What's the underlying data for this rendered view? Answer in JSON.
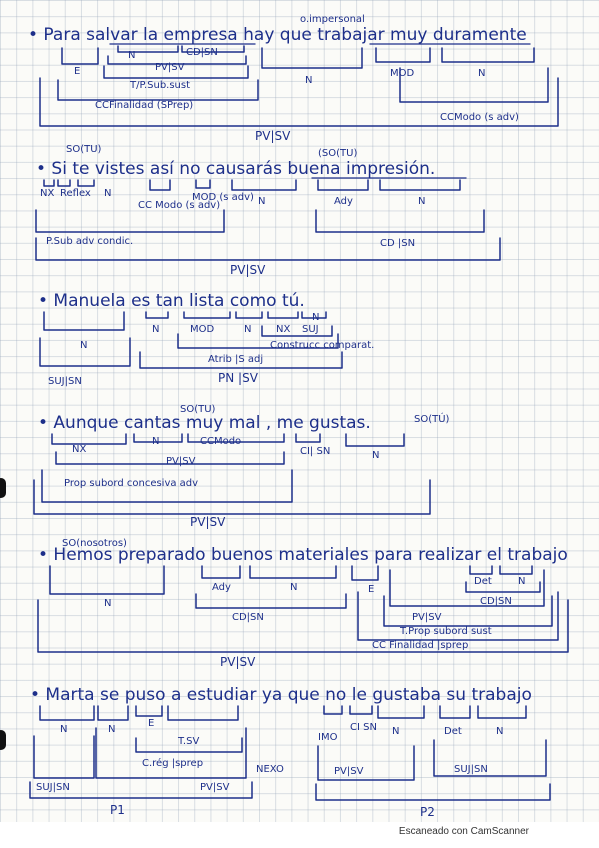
{
  "s1": {
    "sentence": "• Para salvar la empresa hay que trabajar muy duramente",
    "top_note": "o.impersonal",
    "tags": [
      "N",
      "CD|SN",
      "E",
      "PV|SV",
      "T/P.Sub.sust",
      "N",
      "MOD",
      "N",
      "CCFinalidad (SPrep)",
      "CCModo (s adv)",
      "PV|SV"
    ]
  },
  "s2": {
    "sentence": "• Si te vistes así no causarás buena impresión.",
    "top_notes": [
      "SO(TU)",
      "(SO(TU)"
    ],
    "tags": [
      "NX",
      "Reflex",
      "N",
      "CC Modo (s adv)",
      "MOD (s adv)",
      "N",
      "Ady",
      "N",
      "P.Sub adv condic.",
      "CD |SN",
      "PV|SV"
    ]
  },
  "s3": {
    "sentence": "• Manuela es tan lista como tú.",
    "tags": [
      "N",
      "N",
      "MOD",
      "N",
      "NX",
      "SUJ",
      "N",
      "Construcc comparat.",
      "Atrib |S adj",
      "SUJ|SN",
      "PN |SV"
    ]
  },
  "s4": {
    "sentence": "• Aunque cantas muy mal , me gustas.",
    "top_notes": [
      "SO(TU)",
      "SO(TÚ)"
    ],
    "tags": [
      "NX",
      "N",
      "CCModo",
      "PV|SV",
      "CI| SN",
      "N",
      "Prop subord concesiva adv",
      "PV|SV"
    ]
  },
  "s5": {
    "sentence": "• Hemos preparado buenos materiales para realizar el trabajo",
    "top_note": "SO(nosotros)",
    "tags": [
      "N",
      "Ady",
      "N",
      "E",
      "Det",
      "N",
      "CD|SN",
      "PV|SV",
      "CD|SN",
      "T.Prop subord sust",
      "CC Finalidad |sprep",
      "PV|SV"
    ]
  },
  "s6": {
    "sentence": "• Marta se puso a estudiar ya que no le gustaba su trabajo",
    "tags": [
      "N",
      "N",
      "E",
      "T.SV",
      "C.rég |sprep",
      "NEXO",
      "IMO",
      "CI SN",
      "N",
      "Det",
      "N",
      "SUJ|SN",
      "PV|SV",
      "SUJ|SN",
      "PV|SV",
      "P1",
      "P2"
    ]
  },
  "footer": {
    "scanner": "Escaneado con CamScanner"
  }
}
